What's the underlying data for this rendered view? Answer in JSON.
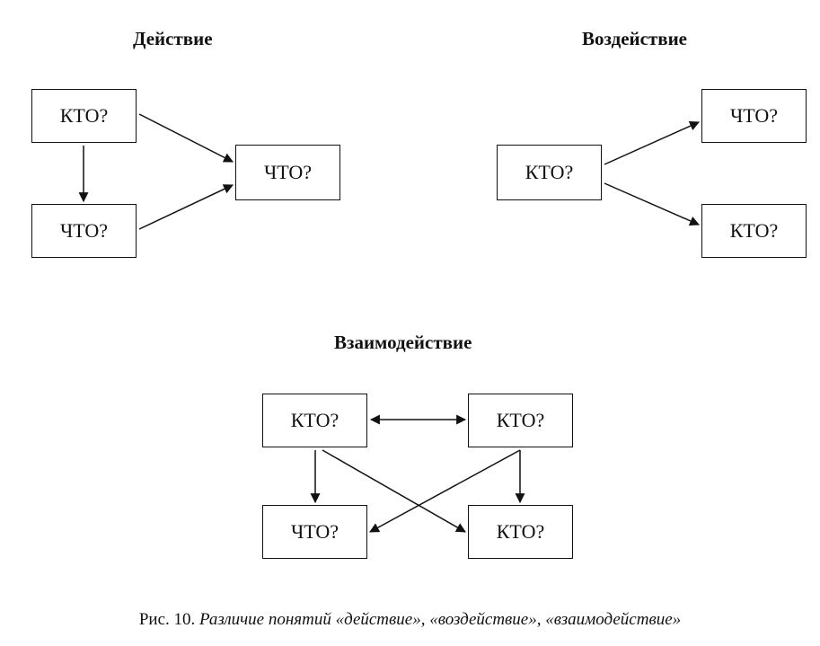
{
  "sections": {
    "action": {
      "title": "Действие",
      "who_top": "КТО?",
      "what_bottom": "ЧТО?",
      "what_right": "ЧТО?"
    },
    "impact": {
      "title": "Воздействие",
      "who_left": "КТО?",
      "what_top": "ЧТО?",
      "who_bottom": "КТО?"
    },
    "interaction": {
      "title": "Взаимодействие",
      "who_top_left": "КТО?",
      "who_top_right": "КТО?",
      "what_bottom_left": "ЧТО?",
      "who_bottom_right": "КТО?"
    }
  },
  "caption": {
    "prefix": "Рис. 10.",
    "text": "Различие понятий «действие», «воздействие», «взаимодействие»"
  }
}
